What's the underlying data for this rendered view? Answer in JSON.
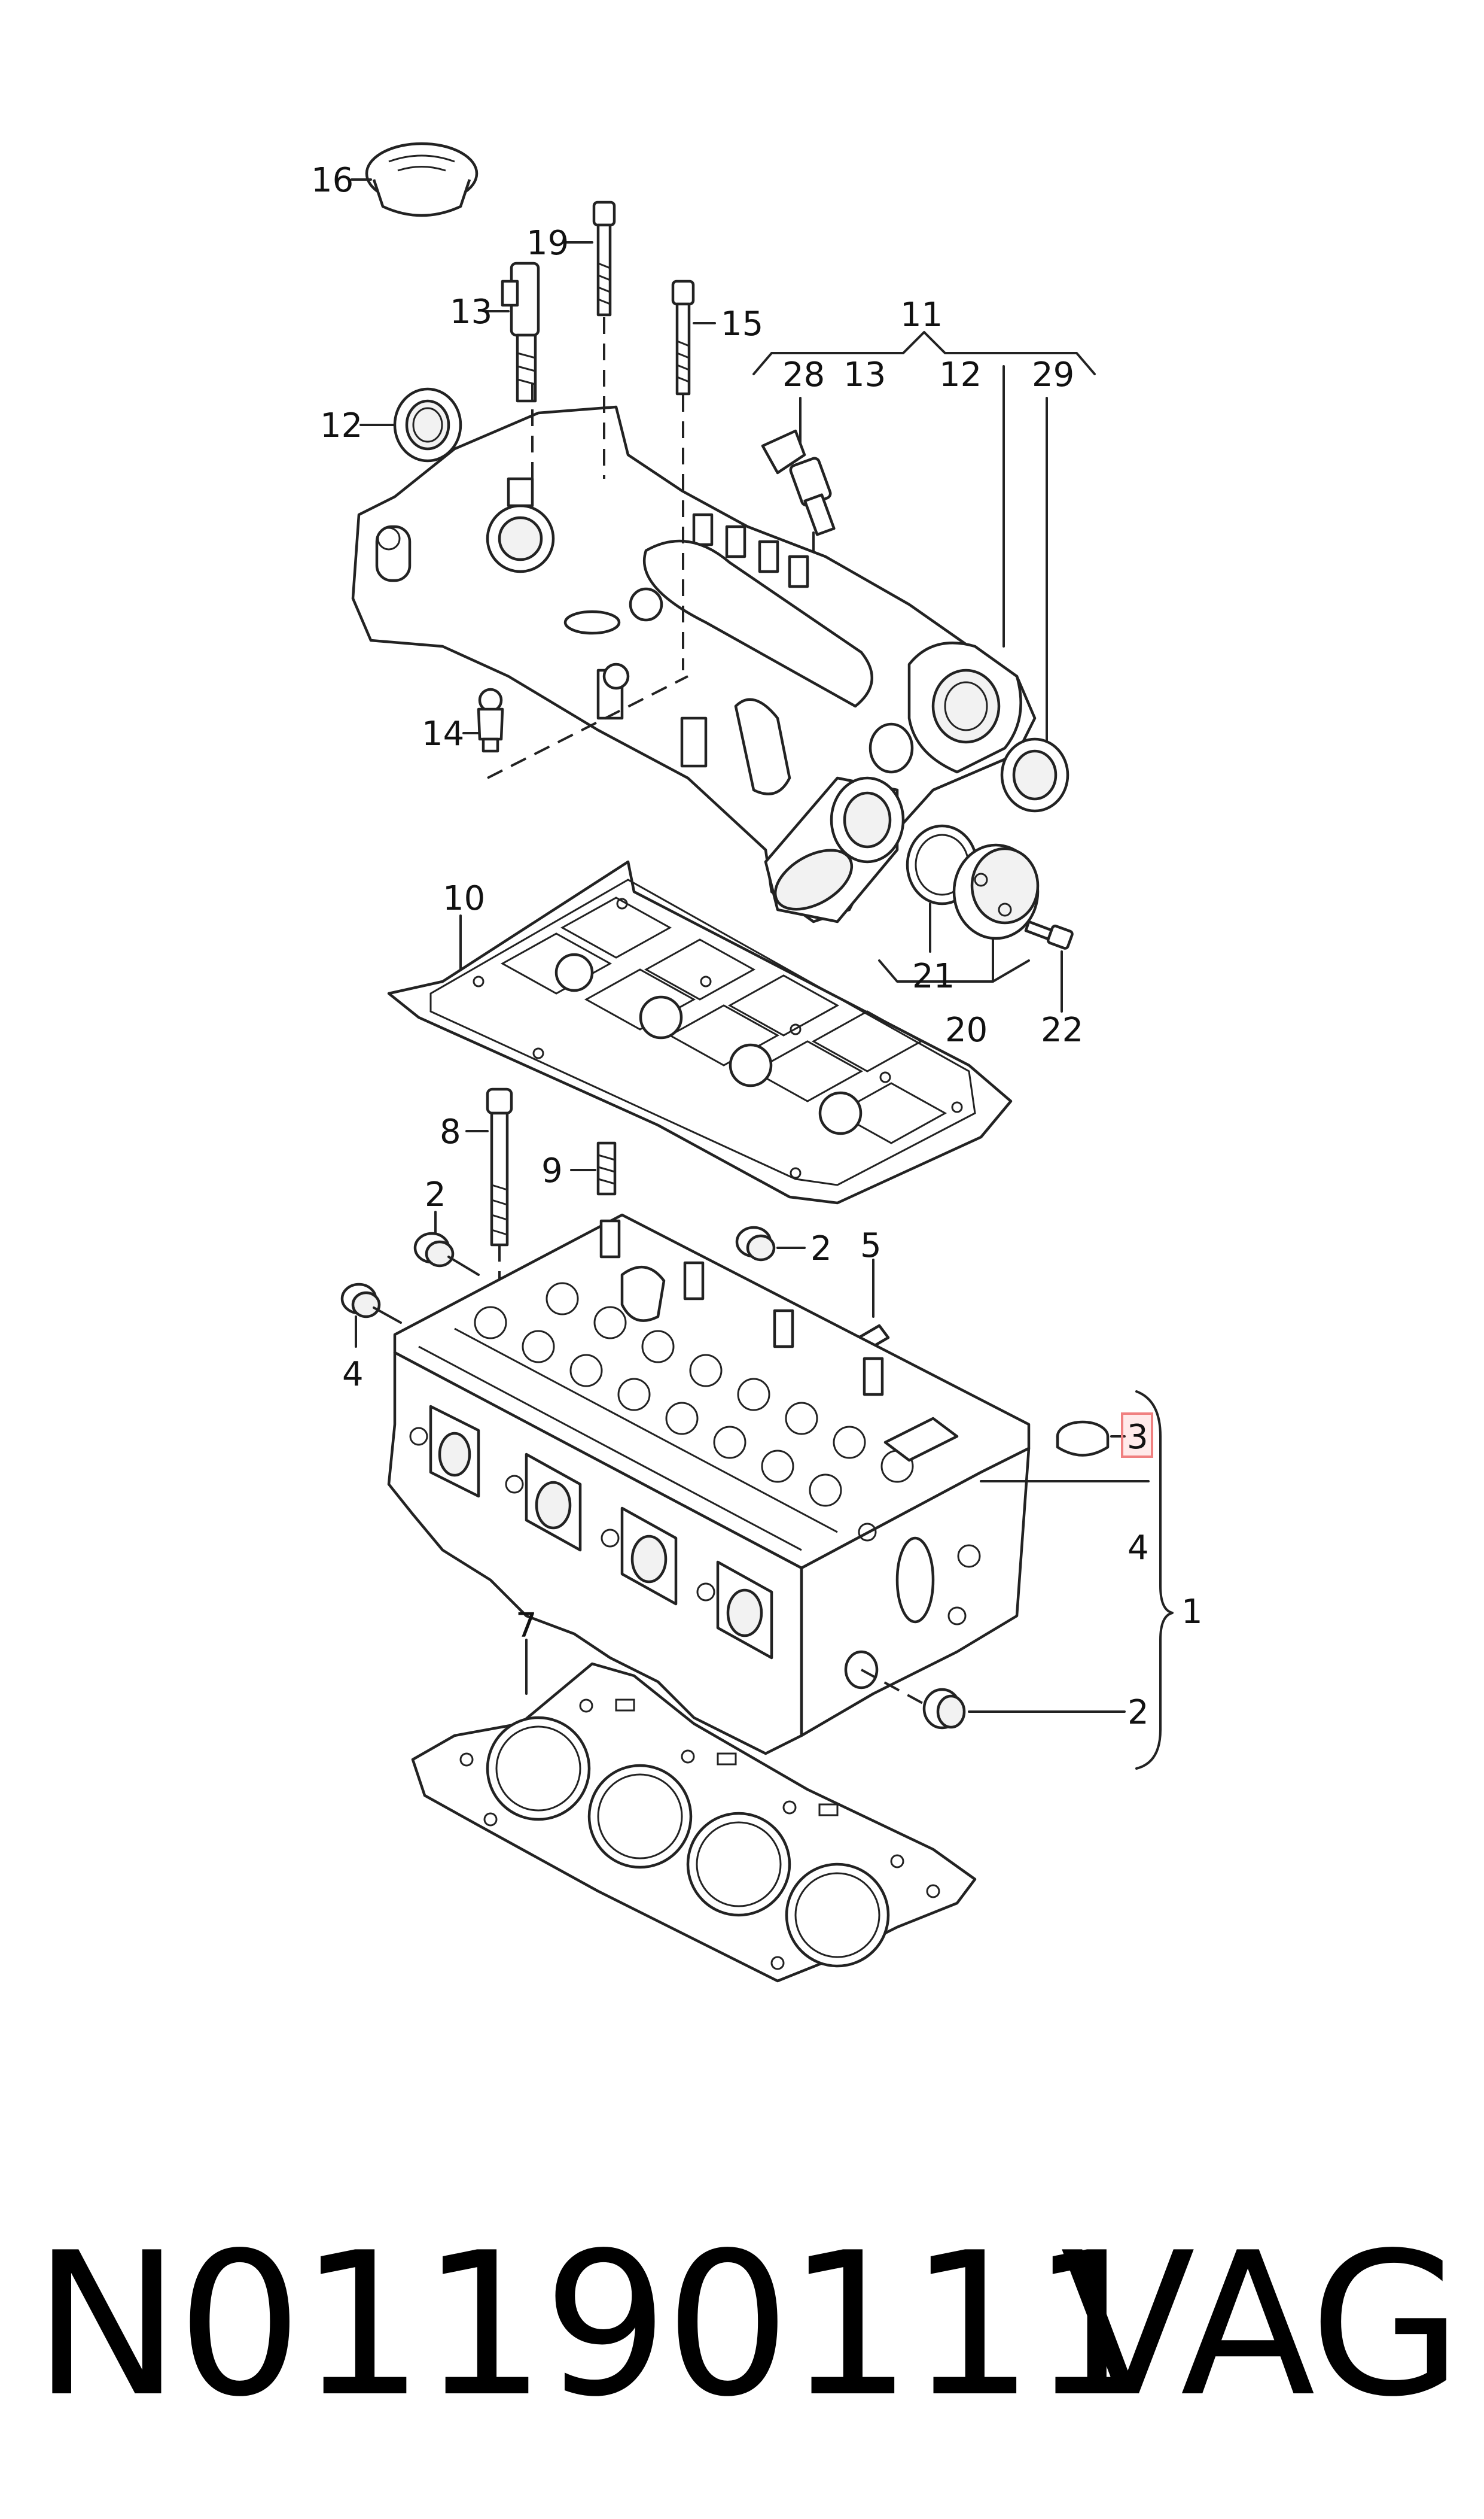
{
  "diagram": {
    "callouts": {
      "c16": "16",
      "c19": "19",
      "c13a": "13",
      "c15": "15",
      "c11": "11",
      "c28": "28",
      "c13b": "13",
      "c12a": "12",
      "c29": "29",
      "c12b": "12",
      "c14": "14",
      "c10": "10",
      "c21": "21",
      "c20": "20",
      "c22": "22",
      "c8": "8",
      "c9": "9",
      "c2a": "2",
      "c2b": "2",
      "c5": "5",
      "c4a": "4",
      "c3": "3",
      "c4b": "4",
      "c1": "1",
      "c2c": "2",
      "c7": "7"
    },
    "highlighted_callout": "3",
    "highlight_color": "#f08080"
  },
  "footer": {
    "part_number": "N01190111",
    "brand": "VAG"
  }
}
